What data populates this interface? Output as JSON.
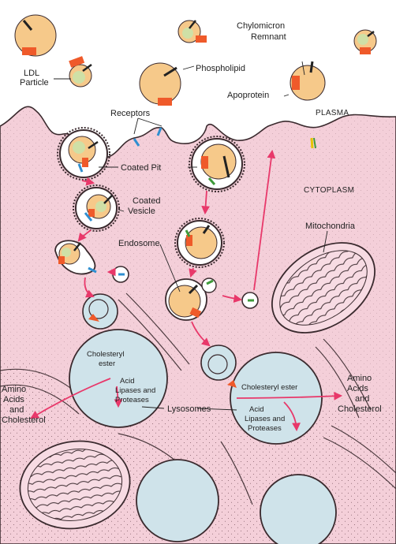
{
  "labels": {
    "ldl_line1": "LDL",
    "ldl_line2": "Particle",
    "chylo_line1": "Chylomicron",
    "chylo_line2": "Remnant",
    "phospholipid": "Phospholipid",
    "apoprotein": "Apoprotein",
    "plasma": "PLASMA",
    "receptors": "Receptors",
    "coated_pit": "Coated Pit",
    "cytoplasm": "CYTOPLASM",
    "coated_vesicle_line1": "Coated",
    "coated_vesicle_line2": "Vesicle",
    "endosome": "Endosome",
    "mitochondria": "Mitochondria",
    "cholesteryl_ester_left_1": "Cholesteryl",
    "cholesteryl_ester_left_2": "ester",
    "acid_left": "Acid",
    "lipases_left": "Lipases and",
    "proteases_left": "Proteases",
    "amino_left_1": "Amino",
    "amino_left_2": "Acids",
    "amino_left_3": "and",
    "amino_left_4": "Cholesterol",
    "lysosomes": "Lysosomes",
    "cholesteryl_ester_right": "Cholesteryl ester",
    "acid_right": "Acid",
    "lipases_right": "Lipases and",
    "proteases_right": "Proteases",
    "amino_right_1": "Amino",
    "amino_right_2": "Acids",
    "amino_right_3": "and",
    "amino_right_4": "Cholesterol"
  },
  "colors": {
    "cytoplasm": "#f4cfd9",
    "particle": "#f6c98a",
    "apoprotein": "#ef5a2a",
    "lipid_green": "#cfe0a6",
    "lysosome": "#cfe3ea",
    "arrow": "#e8386a",
    "receptor_blue": "#2f8fd0",
    "receptor_green": "#3f9a3a"
  }
}
